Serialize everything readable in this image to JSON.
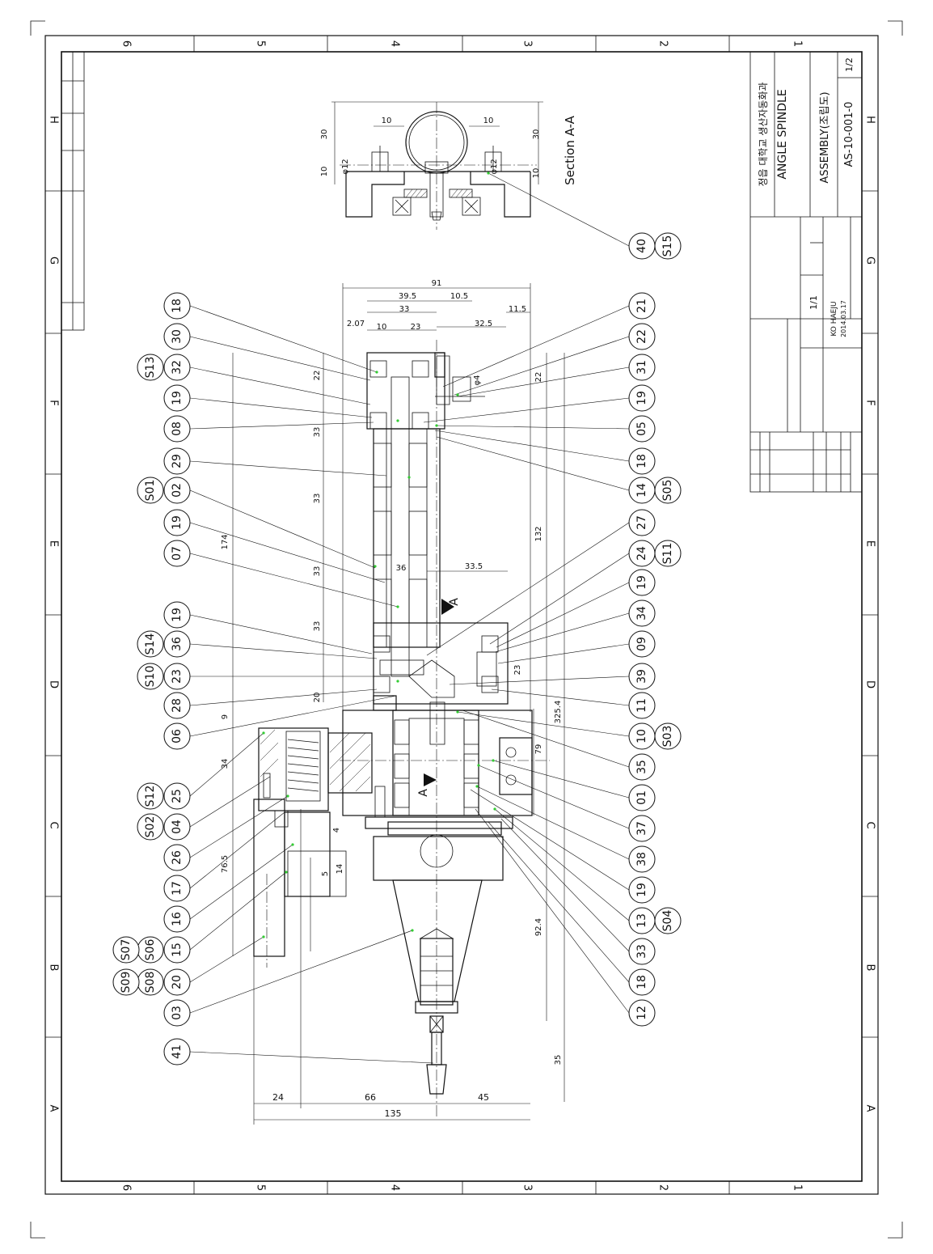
{
  "drawing": {
    "sheet_size": "A2",
    "zone_columns": [
      "1",
      "2",
      "3",
      "4",
      "5",
      "6"
    ],
    "zone_rows": [
      "A",
      "B",
      "C",
      "D",
      "E",
      "F",
      "G",
      "H"
    ],
    "section_label": "Section A-A",
    "section_marker": "A",
    "title_block": {
      "school": "정읍 대학교 생산자동화과",
      "title": "ANGLE SPINDLE",
      "assembly": "ASSEMBLY(조립도)",
      "drawing_number": "AS-10-001-0",
      "sheet": "1/2",
      "scale": "1/1",
      "designer": "KO HAEJU",
      "date": "2014.03.17"
    },
    "dimensions": {
      "section": [
        "10",
        "10",
        "30",
        "30",
        "10",
        "10",
        "φ12",
        "φ12"
      ],
      "top": [
        "91",
        "39.5",
        "10.5",
        "33",
        "11.5",
        "2.07",
        "10",
        "23",
        "32.5",
        "φ4"
      ],
      "left": [
        "22",
        "33",
        "33",
        "33",
        "33",
        "20",
        "9",
        "34",
        "174",
        "76.5"
      ],
      "right": [
        "22",
        "132",
        "33.5",
        "23",
        "79",
        "325.4",
        "92.4",
        "35"
      ],
      "middle": [
        "36",
        "4",
        "14",
        "5"
      ],
      "bottom": [
        "24",
        "66",
        "45",
        "135"
      ]
    },
    "bubbles_left": [
      "18",
      "30",
      "32",
      "19",
      "08",
      "29",
      "02",
      "19",
      "07",
      "19",
      "36",
      "23",
      "28",
      "06",
      "25",
      "04",
      "26",
      "17",
      "16",
      "15",
      "20",
      "03",
      "41"
    ],
    "bubbles_right": [
      "21",
      "22",
      "31",
      "19",
      "05",
      "18",
      "14",
      "27",
      "24",
      "19",
      "34",
      "09",
      "39",
      "11",
      "10",
      "35",
      "01",
      "37",
      "38",
      "19",
      "13",
      "33",
      "18",
      "12",
      "40"
    ],
    "bubbles_s_left": [
      "S13",
      "S01",
      "S14",
      "S10",
      "S12",
      "S02",
      "S06",
      "S07",
      "S08",
      "S09"
    ],
    "bubbles_s_right": [
      "S05",
      "S11",
      "S03",
      "S04",
      "S15"
    ]
  }
}
